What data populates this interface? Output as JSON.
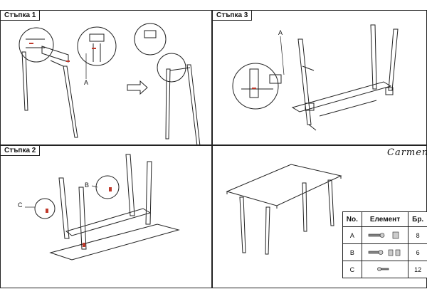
{
  "steps": {
    "step1": {
      "title": "Стъпка 1",
      "callout": "A"
    },
    "step3": {
      "title": "Стъпка 3",
      "callout": "A"
    },
    "step2": {
      "title": "Стъпка 2",
      "callout_b": "B",
      "callout_c": "C"
    }
  },
  "brand": "Carmen",
  "parts_table": {
    "headers": {
      "no": "No.",
      "element": "Елемент",
      "qty": "Бр."
    },
    "rows": [
      {
        "no": "A",
        "qty": "8"
      },
      {
        "no": "B",
        "qty": "6"
      },
      {
        "no": "C",
        "qty": "12"
      }
    ]
  }
}
